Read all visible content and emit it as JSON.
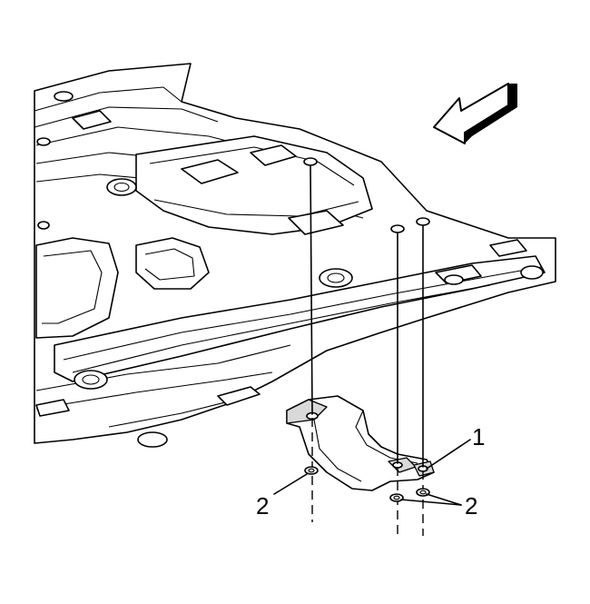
{
  "diagram": {
    "callouts": [
      {
        "id": "heat-shield",
        "label": "1"
      },
      {
        "id": "nut-left",
        "label": "2"
      },
      {
        "id": "nuts-right",
        "label": "2"
      }
    ]
  },
  "colors": {
    "line": "#000000",
    "background": "#ffffff",
    "shade": "#d9d9d9"
  },
  "icons": {
    "direction": "front-direction-arrow-icon"
  }
}
